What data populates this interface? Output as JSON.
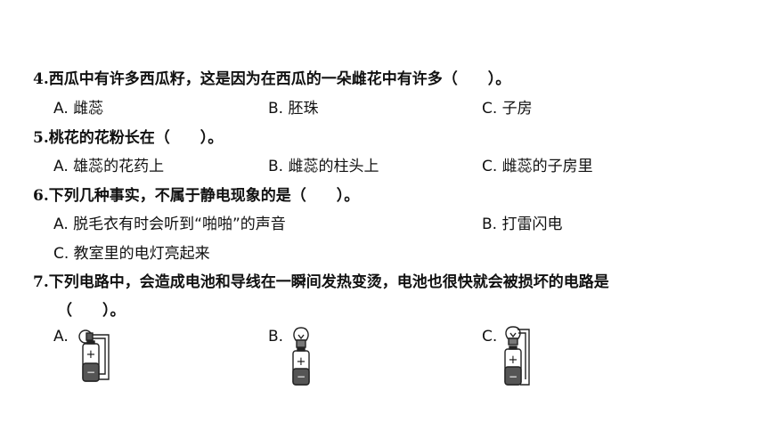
{
  "questions": [
    {
      "num": "4.",
      "text": "西瓜中有许多西瓜籽，这是因为在西瓜的一朵雌花中有许多（　　）。",
      "options": [
        "A. 雌蕊",
        "B. 胚珠",
        "C. 子房"
      ]
    },
    {
      "num": "5.",
      "text": "桃花的花粉长在（　　）。",
      "options": [
        "A. 雄蕊的花药上",
        "B. 雌蕊的柱头上",
        "C. 雌蕊的子房里"
      ]
    },
    {
      "num": "6.",
      "text": "下列几种事实，不属于静电现象的是（　　）。",
      "options": [
        "A. 脱毛衣有时会听到“啪啪”的声音",
        "B. 打雷闪电",
        "C. 教室里的电灯亮起来"
      ]
    },
    {
      "num": "7.",
      "text": "下列电路中，会造成电池和导线在一瞬间发热变烫，电池也很快就会被损坏的电路是",
      "text_cont": "（　　）。",
      "options": [
        "A.",
        "B.",
        "C."
      ],
      "battery_plus": "+",
      "battery_minus": "−"
    }
  ]
}
